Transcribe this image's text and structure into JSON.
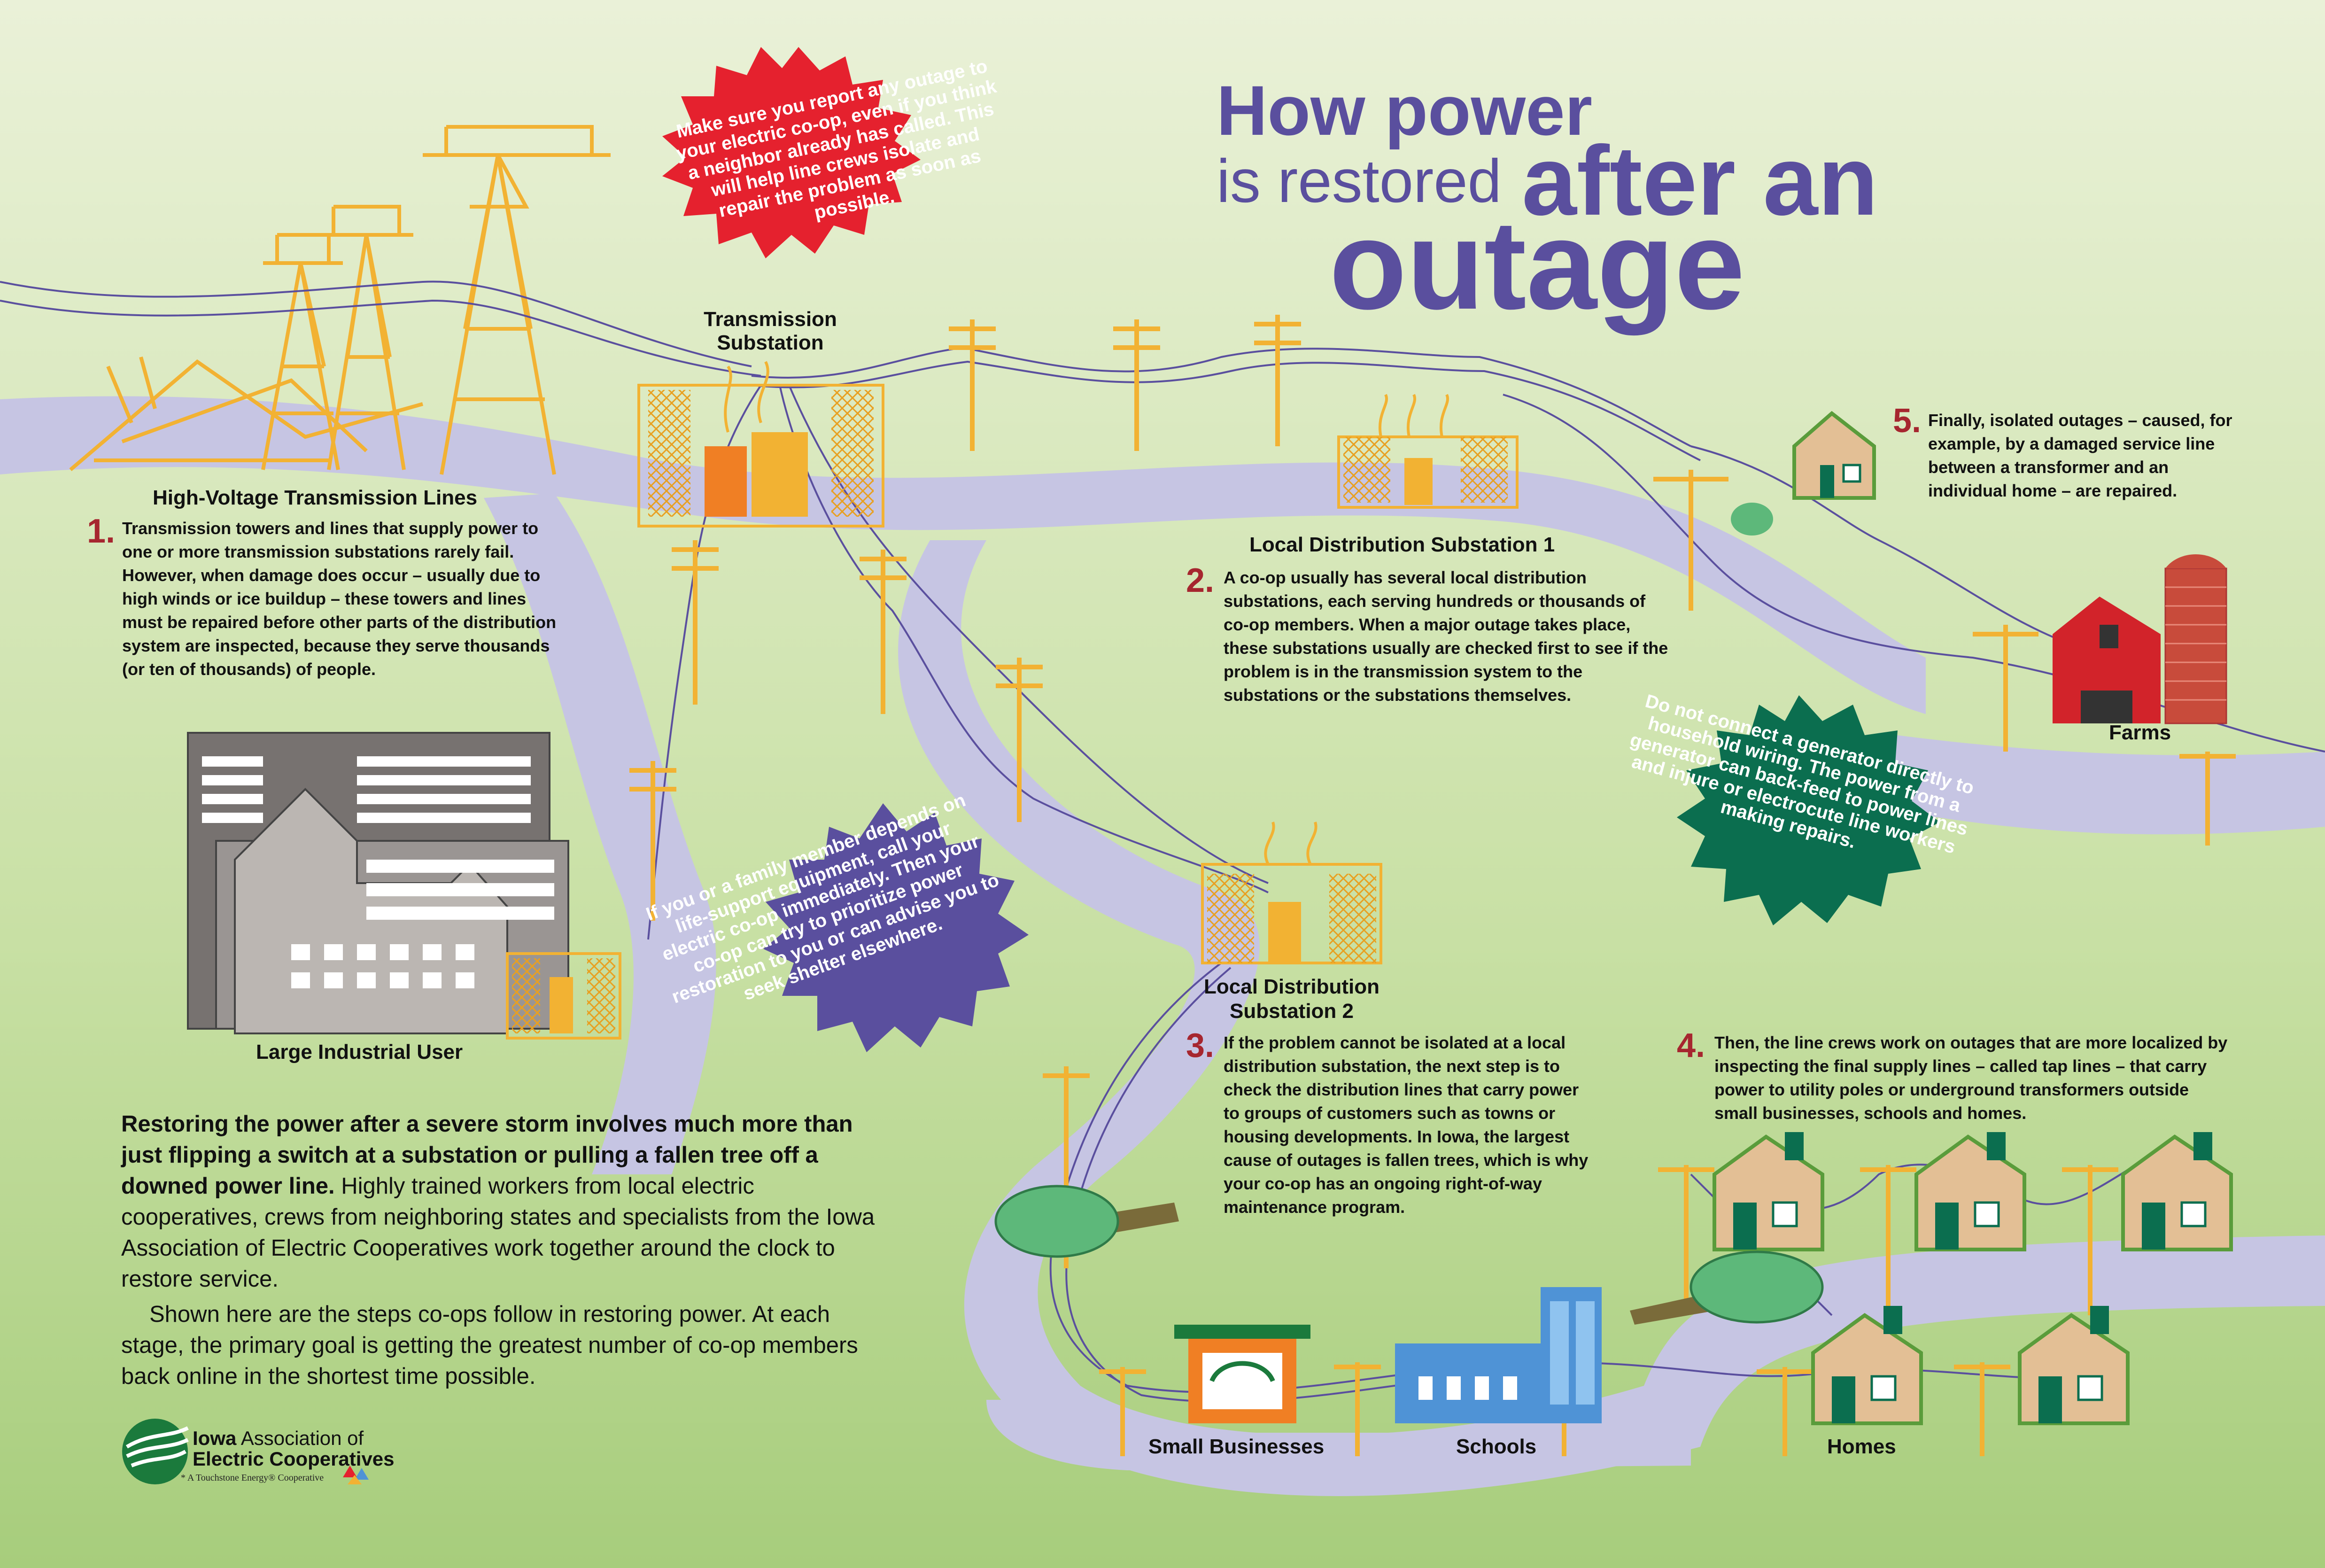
{
  "title": {
    "line1": "How power",
    "line2": "is restored",
    "line3": "after an",
    "line4": "outage"
  },
  "labels": {
    "high_voltage": "High-Voltage Transmission Lines",
    "transmission_substation_1": "Transmission",
    "transmission_substation_2": "Substation",
    "local_sub_1": "Local Distribution Substation 1",
    "local_sub_2_line1": "Local Distribution",
    "local_sub_2_line2": "Substation 2",
    "large_industrial": "Large Industrial User",
    "farms": "Farms",
    "small_businesses": "Small Businesses",
    "schools": "Schools",
    "homes": "Homes"
  },
  "steps": [
    {
      "num": "1.",
      "text": "Transmission towers and lines that supply power to one or more transmission substations rarely fail. However, when damage does occur – usually due to high winds or ice buildup – these towers and lines must be repaired before other parts of the distribution system are inspected, because they serve thousands (or ten of thousands) of people."
    },
    {
      "num": "2.",
      "text": "A co-op usually has several local distribution substations, each serving hundreds or thousands of co-op members. When a major outage takes place, these substations usually are checked first to see if the problem is in the transmission system to the substations or the substations themselves."
    },
    {
      "num": "3.",
      "text": "If the problem cannot be isolated at a local distribution substation, the next step is to check the distribution lines that carry power to groups of customers such as towns or housing developments. In Iowa, the largest cause of outages is fallen trees, which is why your co-op has an ongoing right-of-way maintenance program."
    },
    {
      "num": "4.",
      "text": "Then, the line crews work on outages that are more localized by inspecting the final supply lines – called tap lines – that carry power to utility poles or underground transformers outside small businesses, schools and homes."
    },
    {
      "num": "5.",
      "text": "Finally, isolated outages – caused, for example, by a damaged service line between a transformer and an individual home – are repaired."
    }
  ],
  "bursts": {
    "red": "Make sure you report any outage to your electric co-op, even if you think a neighbor already has called. This will help line crews isolate and repair the problem as soon as possible.",
    "purple": "If you or a family member depends on life-support equipment, call your electric co-op immediately. Then your co-op can try to prioritize power restoration to you or can advise you to seek shelter elsewhere.",
    "green": "Do not connect a generator directly to household wiring. The power from a generator can back-feed to power lines and injure or electrocute line workers making repairs."
  },
  "intro": {
    "lead": "Restoring the power after a severe storm involves much more than just flipping a switch at a substation or pulling a fallen tree off a downed power line.",
    "rest": " Highly trained workers from local electric cooperatives, crews from neighboring states and specialists from the Iowa Association of Electric Cooperatives work together around the clock to restore service.",
    "p2": "Shown here are the steps co-ops follow in restoring power. At each stage, the primary goal is getting the greatest number of co-op members back online in the shortest time possible."
  },
  "logo": {
    "line1_bold": "Iowa",
    "line1_rest": " Association of",
    "line2": "Electric Cooperatives",
    "tagline": "* A Touchstone Energy® Cooperative"
  },
  "colors": {
    "bg_top": "#e7efd4",
    "bg_bottom": "#a9cf7f",
    "river": "#c5c4e2",
    "tower": "#f2b233",
    "title": "#5a4f9e",
    "red_burst": "#e5212e",
    "purple_burst": "#5a4f9e",
    "green_burst": "#0b6e4f",
    "step_number": "#a6262f",
    "house": "#e3bf95",
    "house_roof": "#5a9c3b",
    "barn": "#d2232a"
  }
}
